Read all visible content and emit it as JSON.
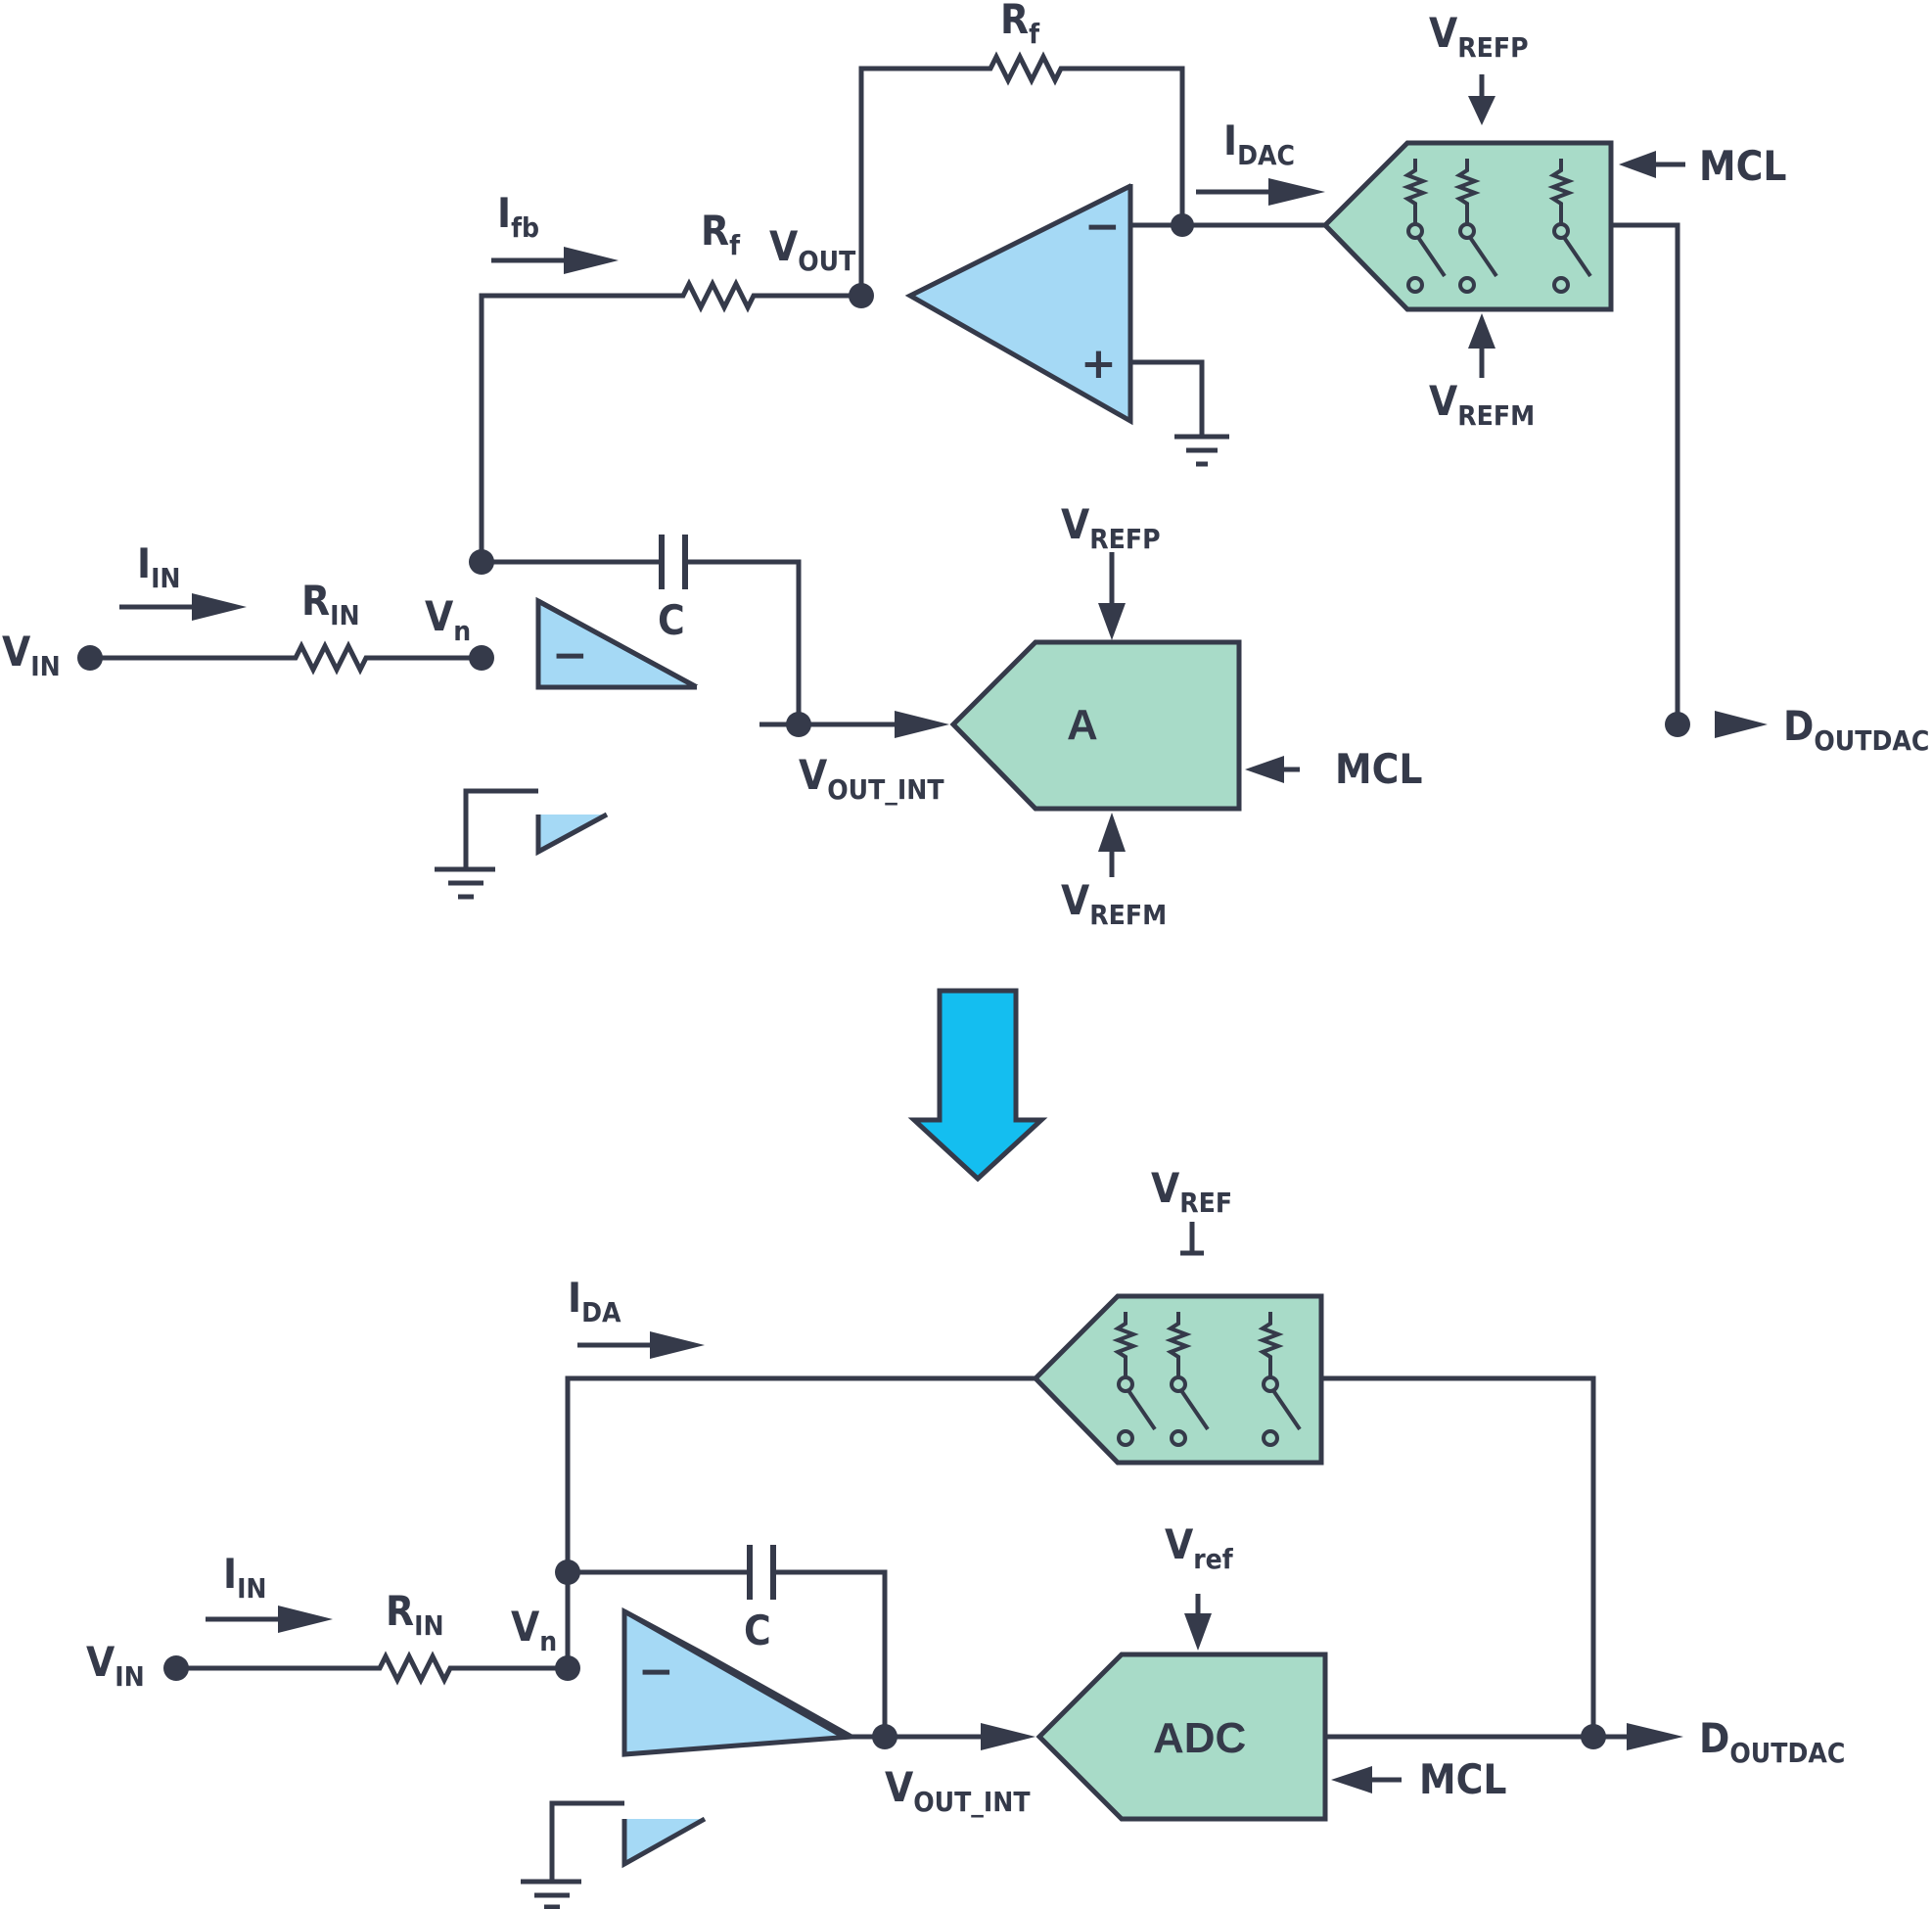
{
  "top": {
    "labels": {
      "rf_top": "R",
      "rf_top_sub": "f",
      "idac": "I",
      "idac_sub": "DAC",
      "vrefp1": "V",
      "vrefp1_sub": "REFP",
      "mcl1": "MCL",
      "vrefm1": "V",
      "vrefm1_sub": "REFM",
      "ifb": "I",
      "ifb_sub": "fb",
      "rf_mid": "R",
      "rf_mid_sub": "f",
      "vout": "V",
      "vout_sub": "OUT",
      "minus1": "−",
      "plus1": "+",
      "iin": "I",
      "iin_sub": "IN",
      "rin": "R",
      "rin_sub": "IN",
      "vn": "V",
      "vn_sub": "n",
      "vin": "V",
      "vin_sub": "IN",
      "c": "C",
      "minus2": "−",
      "vrefp2": "V",
      "vrefp2_sub": "REFP",
      "block_a": "A",
      "vout_int": "V",
      "vout_int_sub": "OUT_INT",
      "mcl2": "MCL",
      "vrefm2": "V",
      "vrefm2_sub": "REFM",
      "doutdac": "D",
      "doutdac_sub": "OUTDAC"
    }
  },
  "bottom": {
    "labels": {
      "vref": "V",
      "vref_sub": "REF",
      "ida": "I",
      "ida_sub": "DA",
      "iin": "I",
      "iin_sub": "IN",
      "rin": "R",
      "rin_sub": "IN",
      "vn": "V",
      "vn_sub": "n",
      "vin": "V",
      "vin_sub": "IN",
      "c": "C",
      "minus": "−",
      "vref_small": "V",
      "vref_small_sub": "ref",
      "adc": "ADC",
      "vout_int": "V",
      "vout_int_sub": "OUT_INT",
      "mcl": "MCL",
      "doutdac": "D",
      "doutdac_sub": "OUTDAC"
    }
  },
  "colors": {
    "opamp_fill": "#a5d9f5",
    "block_fill": "#a8dbc8",
    "arrow_fill": "#14bef0",
    "line": "#353a4a"
  }
}
